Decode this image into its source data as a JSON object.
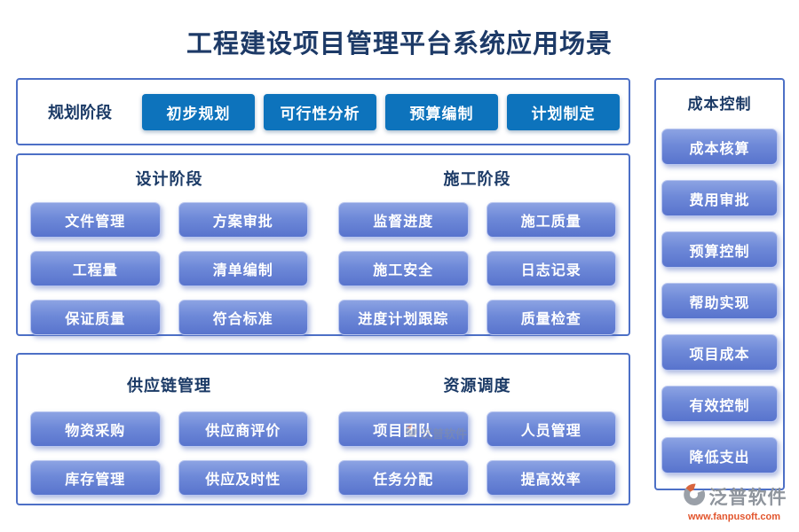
{
  "title": "工程建设项目管理平台系统应用场景",
  "planning": {
    "label": "规划阶段",
    "buttons": [
      "初步规划",
      "可行性分析",
      "预算编制",
      "计划制定"
    ]
  },
  "middle": {
    "design": {
      "header": "设计阶段",
      "buttons": [
        "文件管理",
        "方案审批",
        "工程量",
        "清单编制",
        "保证质量",
        "符合标准"
      ]
    },
    "construction": {
      "header": "施工阶段",
      "buttons": [
        "监督进度",
        "施工质量",
        "施工安全",
        "日志记录",
        "进度计划跟踪",
        "质量检查"
      ]
    }
  },
  "bottom": {
    "supply": {
      "header": "供应链管理",
      "buttons": [
        "物资采购",
        "供应商评价",
        "库存管理",
        "供应及时性"
      ]
    },
    "resource": {
      "header": "资源调度",
      "buttons": [
        "项目团队",
        "人员管理",
        "任务分配",
        "提高效率"
      ]
    }
  },
  "sidebar": {
    "header": "成本控制",
    "buttons": [
      "成本核算",
      "费用审批",
      "预算控制",
      "帮助实现",
      "项目成本",
      "有效控制",
      "降低支出"
    ]
  },
  "watermark": {
    "text": "泛普软件"
  },
  "logo": {
    "name": "泛普软件",
    "url": "www.fanpusoft.com"
  },
  "colors": {
    "title_text": "#1d3a67",
    "panel_border": "#4d70c6",
    "solid_button": "#0d73bc",
    "light_button_top": "#8ca3e3",
    "light_button_bottom": "#5874cd",
    "logo_gray": "#8f959d",
    "logo_orange": "#e2552d"
  }
}
